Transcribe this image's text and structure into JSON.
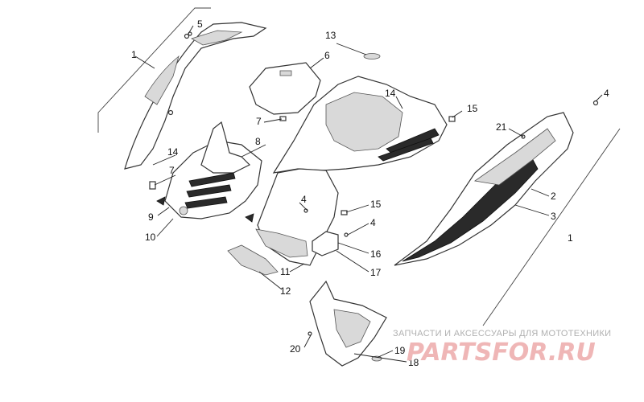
{
  "callouts": [
    "1",
    "5",
    "6",
    "13",
    "14",
    "15",
    "4",
    "21",
    "7",
    "8",
    "14",
    "7",
    "2",
    "3",
    "1",
    "9",
    "10",
    "4",
    "15",
    "4",
    "16",
    "11",
    "17",
    "12",
    "20",
    "19",
    "18"
  ],
  "watermark": {
    "tagline": "ЗАПЧАСТИ И АКСЕССУАРЫ ДЛЯ МОТОТЕХНИКИ",
    "logo": "PARTSFOR.RU",
    "color": "#e07a7a"
  },
  "colors": {
    "ink": "#222222",
    "shade": "#d9d9d9",
    "dark": "#2a2a2a"
  }
}
